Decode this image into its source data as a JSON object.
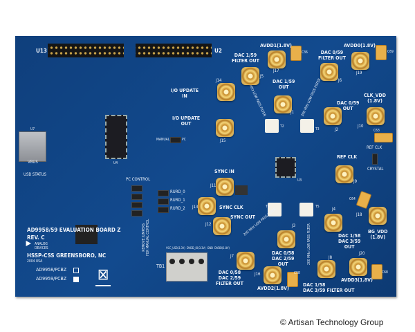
{
  "board": {
    "title": "AD9958/59 EVALUATION BOARD Z",
    "revision": "REV. C",
    "brand": "ANALOG DEVICES",
    "location": "HSSP-CSS GREENSBORO, NC",
    "year": "2004 USA",
    "variant_1": "AD9958/PCBZ",
    "variant_2": "AD9959/PCBZ",
    "variant_selected": "AD9959/PCBZ"
  },
  "headers": {
    "u13": "U13",
    "u2": "U2",
    "u7": "U7",
    "u4": "U4",
    "u3": "U3",
    "tb1": "TB1"
  },
  "labels": {
    "vbus": "VBUS",
    "usb_status": "USB STATUS",
    "pc_control": "PC CONTROL",
    "remove_jumpers": "REMOVE JUMPERS\nFOR MANUAL CONTROL",
    "rurd_0": "RURD_0",
    "rurd_1": "RURD_1",
    "rurd_2": "RURD_2",
    "manual": "MANUAL",
    "pc": "PC",
    "io_update_in": "I/O UPDATE\nIN",
    "io_update_out": "I/O UPDATE\nOUT",
    "sync_in": "SYNC IN",
    "sync_clk": "SYNC CLK",
    "sync_out": "SYNC OUT",
    "dac1_59_filter": "DAC 1/59\nFILTER OUT",
    "avdd1": "AVDD1(1.8V)",
    "dac1_59_out": "DAC 1/59\nOUT",
    "dac0_59_filter": "DAC 0/59\nFILTER OUT",
    "avdd0": "AVDD0(1.8V)",
    "dac0_59_out": "DAC 0/59\nOUT",
    "clk_vdd": "CLK_VDD\n(1.8V)",
    "ref_clk": "REF CLK",
    "ref_clk_sel": "REF CLK",
    "crystal": "CRYSTAL",
    "bg_vdd": "BG_VDD\n(1.8V)",
    "dac1_58_out": "DAC 1/58\nDAC 3/59\nOUT",
    "dac0_58_out": "DAC 0/58\nDAC 2/59\nOUT",
    "dac0_58_filter": "DAC 0/58\nDAC 2/59\nFILTER OUT",
    "avdd2": "AVDD2(1.8V)",
    "dac1_58_filter": "DAC 1/58\nDAC 3/59 FILTER OUT",
    "avdd3": "AVDD3(1.8V)",
    "lpf": "200 MHz LOW PASS FILTER",
    "tb_pins": "VCC_USB(3.3V)  DVDD_IO(3.3V)  GND  DVDD(1.8V)"
  },
  "connectors": [
    "J14",
    "J15",
    "J5",
    "J17",
    "J1",
    "J6",
    "J19",
    "J2",
    "J10",
    "J9",
    "J11",
    "J13",
    "J12",
    "J3",
    "J4",
    "J18",
    "J7",
    "J16",
    "J8",
    "J20"
  ],
  "capacitors": [
    "C36",
    "C69",
    "C63",
    "C64",
    "C58",
    "C68"
  ],
  "transformers": [
    "T2",
    "T3",
    "T4",
    "T5"
  ],
  "watermark": "© Artisan Technology Group"
}
